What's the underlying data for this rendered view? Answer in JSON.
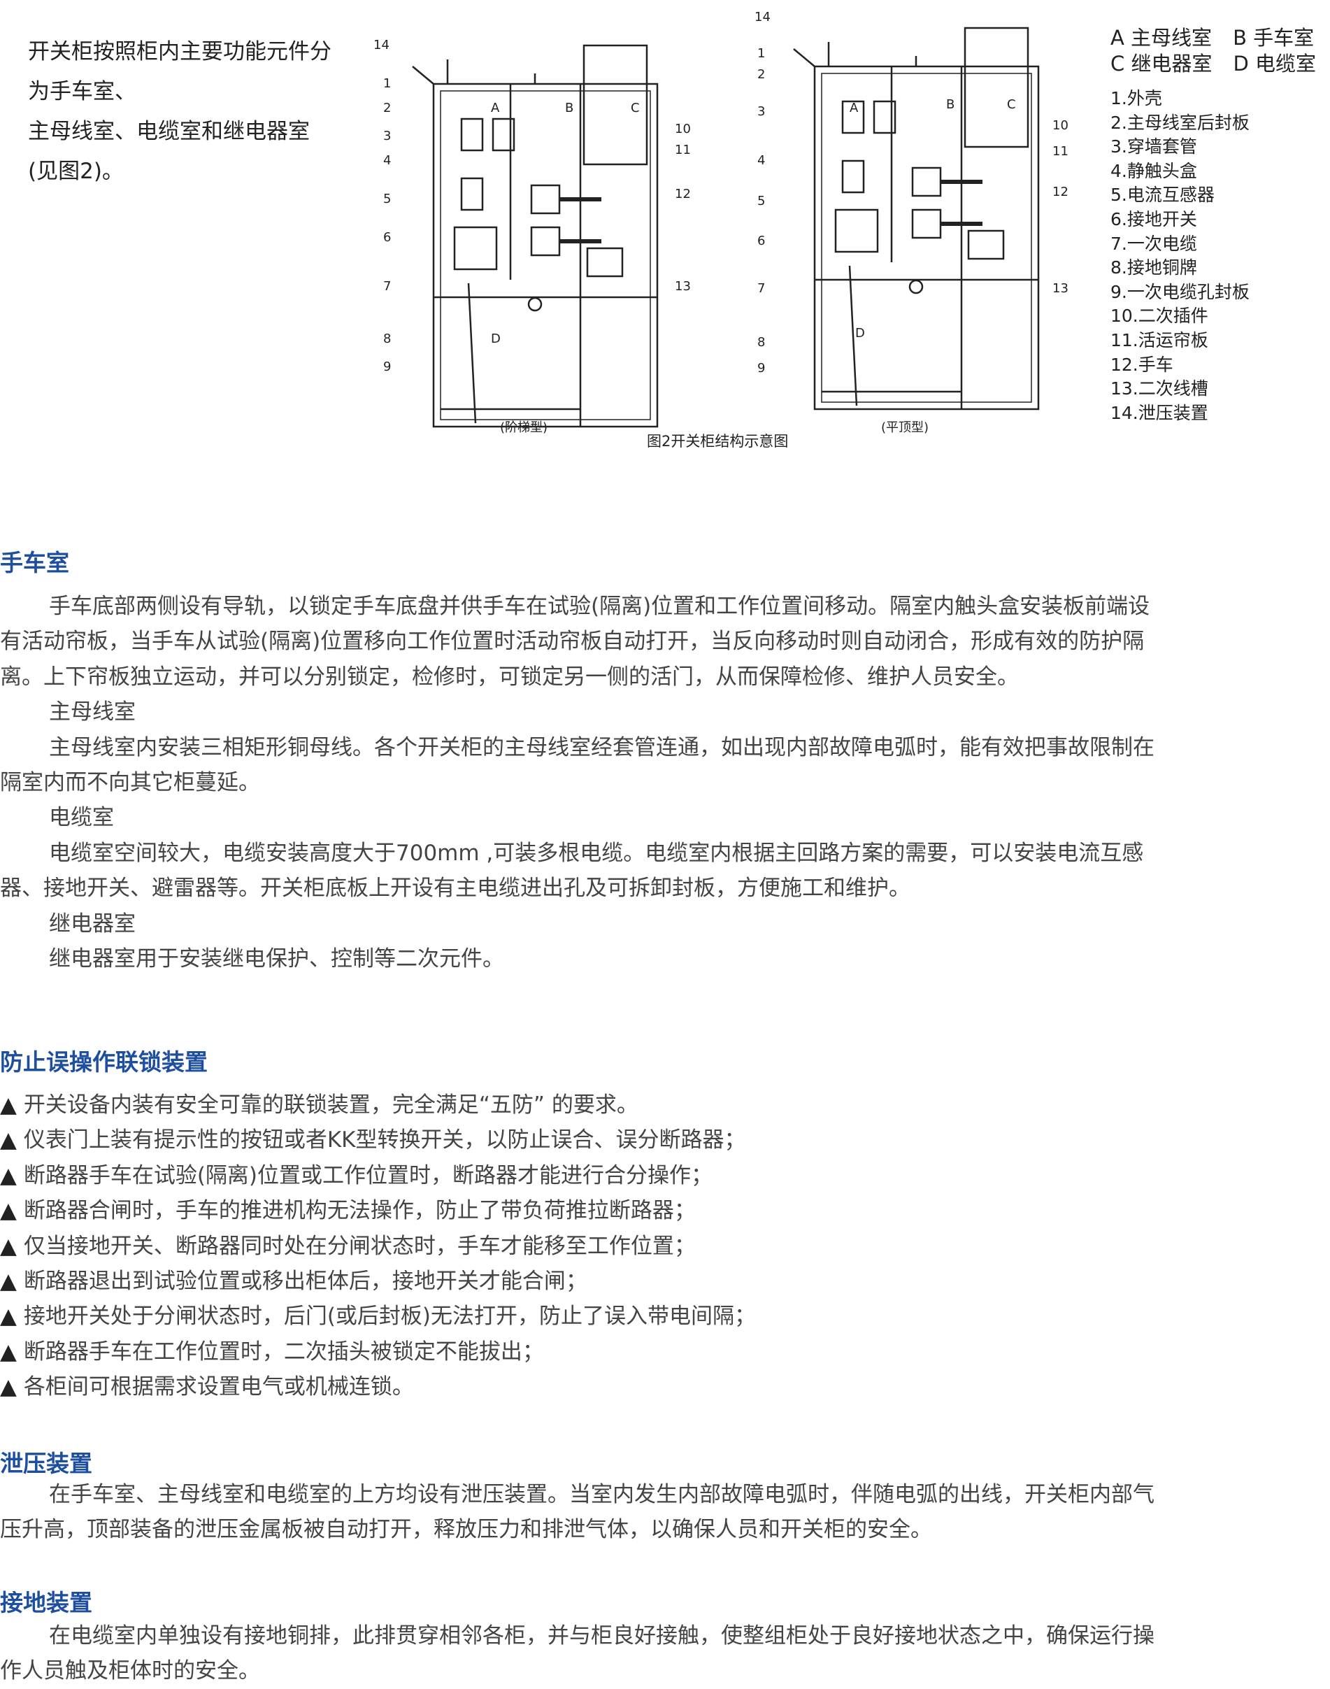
{
  "intro": [
    "开关柜按照柜内主要功能元件分",
    "为手车室、",
    "主母线室、电缆室和继电器室",
    "(见图2)。"
  ],
  "figure": {
    "caption": "图2开关柜结构示意图",
    "left_caption": "(阶梯型)",
    "right_caption": "(平顶型)",
    "compartment_letters": [
      "A",
      "B",
      "C",
      "D"
    ],
    "numbers": [
      "1",
      "2",
      "3",
      "4",
      "5",
      "6",
      "7",
      "8",
      "9",
      "10",
      "11",
      "12",
      "13",
      "14"
    ]
  },
  "legend": {
    "compartments": [
      "A  主母线室",
      "B  手车室",
      "C  继电器室",
      "D  电缆室"
    ],
    "parts": [
      "1.外壳",
      "2.主母线室后封板",
      "3.穿墙套管",
      "4.静触头盒",
      "5.电流互感器",
      "6.接地开关",
      "7.一次电缆",
      "8.接地铜牌",
      "9.一次电缆孔封板",
      "10.二次插件",
      "11.活运帘板",
      "12.手车",
      "13.二次线槽",
      "14.泄压装置"
    ]
  },
  "sections": {
    "trolley": {
      "title": "手车室",
      "lines": [
        "手车底部两侧设有导轨，以锁定手车底盘并供手车在试验(隔离)位置和工作位置间移动。隔室内触头盒安装板前端设",
        "有活动帘板，当手车从试验(隔离)位置移向工作位置时活动帘板自动打开，当反向移动时则自动闭合，形成有效的防护隔",
        "离。上下帘板独立运动，并可以分别锁定，检修时，可锁定另一侧的活门，从而保障检修、维护人员安全。",
        "主母线室",
        "主母线室内安装三相矩形铜母线。各个开关柜的主母线室经套管连通，如出现内部故障电弧时，能有效把事故限制在",
        "隔室内而不向其它柜蔓延。",
        "电缆室",
        "电缆室空间较大，电缆安装高度大于700mm ,可装多根电缆。电缆室内根据主回路方案的需要，可以安装电流互感",
        "器、接地开关、避雷器等。开关柜底板上开设有主电缆进出孔及可拆卸封板，方便施工和维护。",
        "继电器室",
        "继电器室用于安装继电保护、控制等二次元件。"
      ]
    },
    "interlock": {
      "title": "防止误操作联锁装置",
      "bullet": "▲",
      "items": [
        "开关设备内装有安全可靠的联锁装置，完全满足“五防” 的要求。",
        "仪表门上装有提示性的按钮或者KK型转换开关，以防止误合、误分断路器；",
        "断路器手车在试验(隔离)位置或工作位置时，断路器才能进行合分操作；",
        "断路器合闸时，手车的推进机构无法操作，防止了带负荷推拉断路器；",
        "仅当接地开关、断路器同时处在分闸状态时，手车才能移至工作位置；",
        "断路器退出到试验位置或移出柜体后，接地开关才能合闸；",
        "接地开关处于分闸状态时，后门(或后封板)无法打开，防止了误入带电间隔；",
        "断路器手车在工作位置时，二次插头被锁定不能拔出；",
        "各柜间可根据需求设置电气或机械连锁。"
      ]
    },
    "relief": {
      "title": "泄压装置",
      "lines": [
        "在手车室、主母线室和电缆室的上方均设有泄压装置。当室内发生内部故障电弧时，伴随电弧的出线，开关柜内部气",
        "压升高，顶部装备的泄压金属板被自动打开，释放压力和排泄气体，以确保人员和开关柜的安全。"
      ]
    },
    "grounding": {
      "title": "接地装置",
      "lines": [
        "在电缆室内单独设有接地铜排，此排贯穿相邻各柜，并与柜良好接触，使整组柜处于良好接地状态之中，确保运行操",
        "作人员触及柜体时的安全。"
      ]
    }
  },
  "colors": {
    "heading": "#1d4f9e",
    "text": "#444444"
  }
}
